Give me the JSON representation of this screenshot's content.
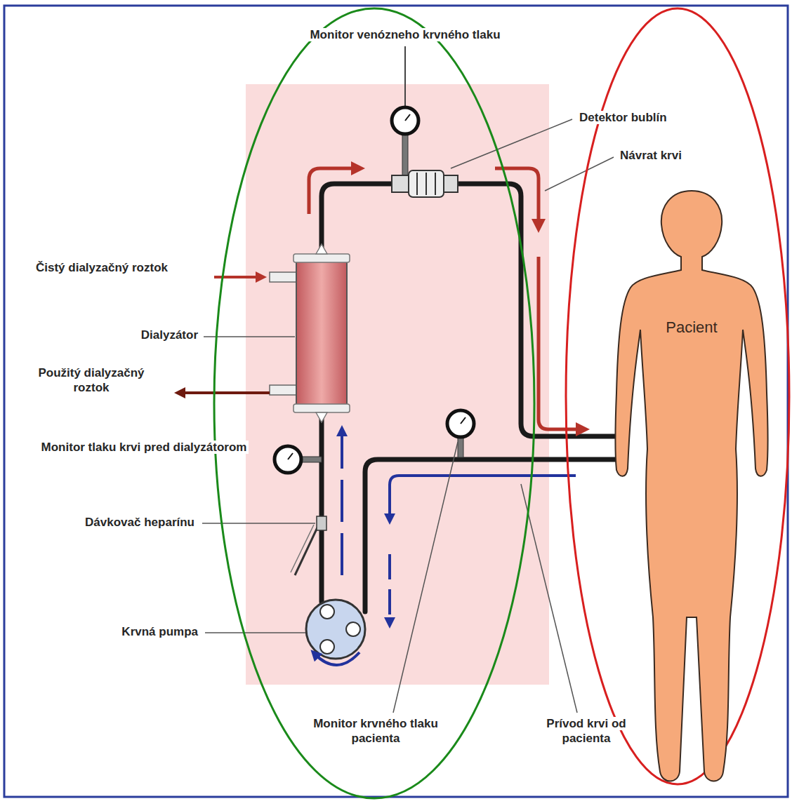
{
  "diagram": {
    "nodes": [
      {
        "text": [
          "Pacient"
        ]
      }
    ],
    "labels": [
      "Monitor venózneho krvného tlaku",
      "Detektor bublín",
      "Návrat krvi",
      "Čistý dialyzačný roztok",
      "Dialyzátor",
      "Použitý dialyzačný roztok",
      "Monitor tlaku krvi pred dialyzátorom",
      "Dávkovač heparínu",
      "Krvná pumpa",
      "Monitor krvného tlaku pacienta",
      "Prívod krvi od pacienta"
    ]
  }
}
